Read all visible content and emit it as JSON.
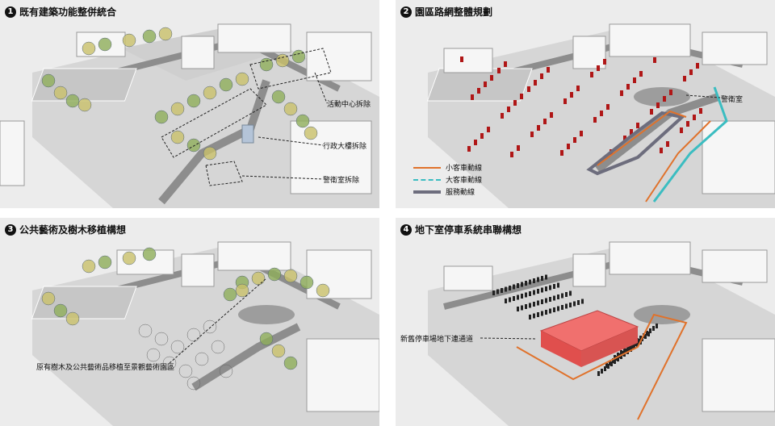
{
  "panels": [
    {
      "number": "1",
      "title": "既有建築功能整併統合",
      "labels": [
        "活動中心拆除",
        "行政大樓拆除",
        "警衛室拆除"
      ]
    },
    {
      "number": "2",
      "title": "園區路網整體規劃",
      "labels": [
        "警衛室"
      ],
      "legend": [
        {
          "label": "小客車動線",
          "color": "#e0722b",
          "style": "arrow"
        },
        {
          "label": "大客車動線",
          "color": "#3bbdc1",
          "style": "dashed-arrow"
        },
        {
          "label": "服務動線",
          "color": "#6d6d7d",
          "style": "thick"
        }
      ]
    },
    {
      "number": "3",
      "title": "公共藝術及樹木移植構想",
      "labels": [
        "原有樹木及公共藝術品移植至景觀藝術園區"
      ]
    },
    {
      "number": "4",
      "title": "地下室停車系統串聯構想",
      "labels": [
        "新舊停車場地下連通道"
      ]
    }
  ],
  "colors": {
    "ground": "#d8d8d8",
    "road": "#8d8d8d",
    "building": "#f6f6f6",
    "tree": "#8fae5a",
    "tree_yellow": "#c9c06a",
    "car_route": "#e0722b",
    "bus_route": "#3bbdc1",
    "service_route": "#6d6d7d",
    "parking_box": "#f0706e"
  }
}
